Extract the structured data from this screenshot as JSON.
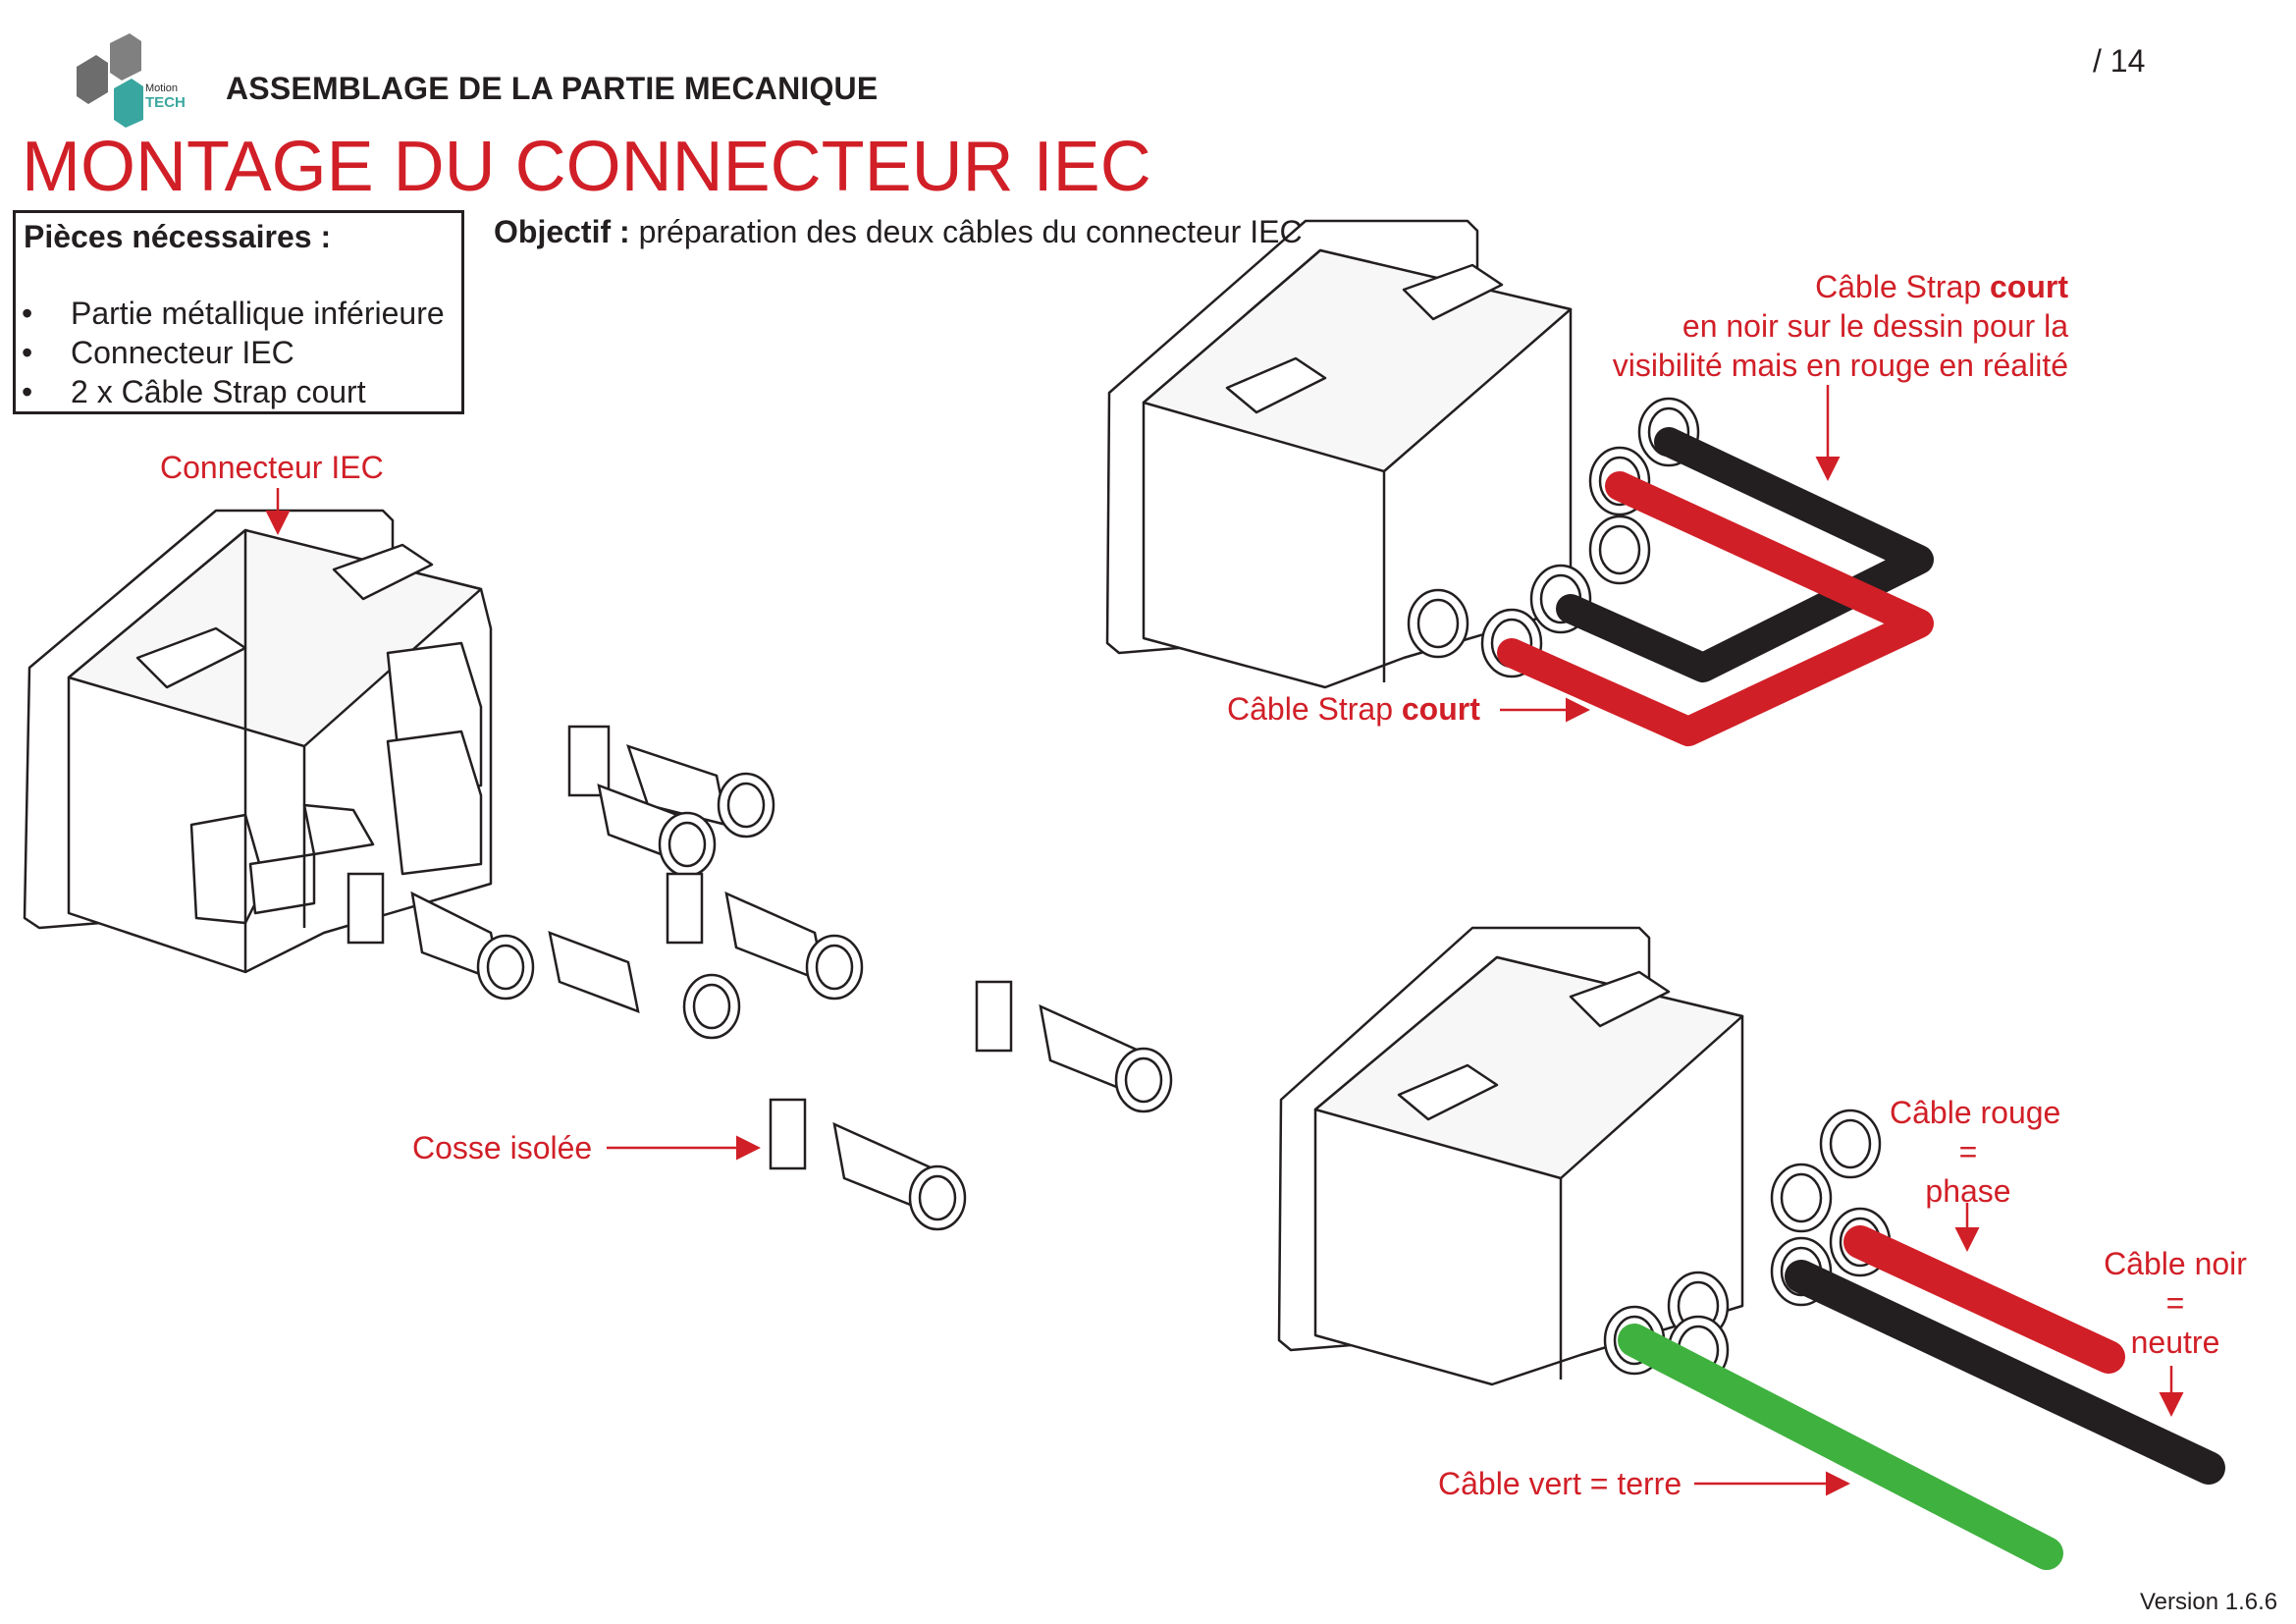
{
  "header": {
    "logo_text_top": "Motion",
    "logo_text_bottom": "TECH",
    "section_title": "ASSEMBLAGE DE LA PARTIE MECANIQUE",
    "page_number": "/ 14"
  },
  "main_title": "MONTAGE DU CONNECTEUR IEC",
  "parts": {
    "title": "Pièces nécessaires :",
    "bullet": "•",
    "items": [
      "Partie métallique inférieure",
      "Connecteur IEC",
      "2 x Câble Strap court"
    ]
  },
  "objective": {
    "label": "Objectif :",
    "text": " préparation des deux câbles du connecteur IEC"
  },
  "annotations": {
    "connector_label": "Connecteur IEC",
    "lug_label": "Cosse isolée",
    "strap_top": {
      "line1_normal": "Câble Strap ",
      "line1_bold": "court",
      "line2": "en noir sur le dessin pour la",
      "line3": "visibilité mais en rouge en réalité"
    },
    "strap_bottom": {
      "normal": "Câble Strap ",
      "bold": "court"
    },
    "red_cable": {
      "line1": "Câble rouge",
      "line2": "=",
      "line3": "phase"
    },
    "black_cable": {
      "line1": "Câble noir",
      "line2": "=",
      "line3": "neutre"
    },
    "green_cable": "Câble vert = terre"
  },
  "footer": {
    "version": "Version 1.6.6"
  },
  "colors": {
    "accent_red": "#d11f27",
    "cable_red": "#d11f27",
    "cable_black": "#231f20",
    "cable_green": "#3fb13f",
    "logo_teal": "#3aa6a0",
    "logo_gray": "#7a7a7a"
  }
}
